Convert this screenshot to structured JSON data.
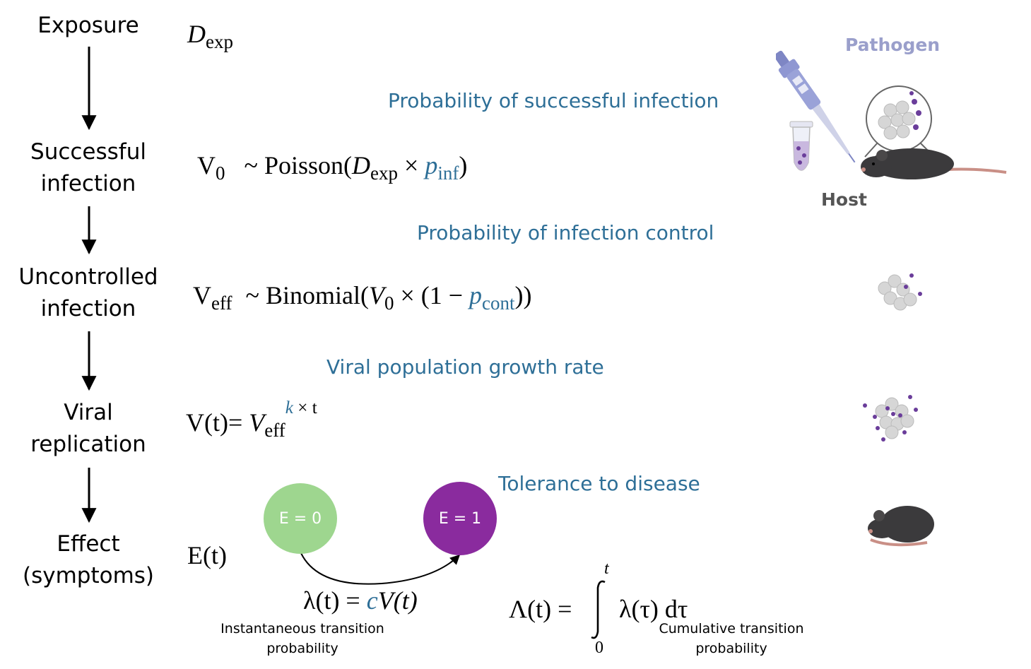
{
  "stages": [
    {
      "label": "Exposure"
    },
    {
      "label": "Successful\ninfection"
    },
    {
      "label": "Uncontrolled\ninfection"
    },
    {
      "label": "Viral\nreplication"
    },
    {
      "label": "Effect\n(symptoms)"
    }
  ],
  "parameters": {
    "p_inf": "Probability of successful infection",
    "p_cont": "Probability of infection control",
    "k": "Viral population growth rate",
    "c": "Tolerance to disease"
  },
  "equations": {
    "exposure": {
      "symbol": "D",
      "sub": "exp"
    },
    "successful": {
      "lhs": "V",
      "lhs_sub": "0",
      "dist": "~ Poisson(",
      "D": "D",
      "D_sub": "exp",
      "times": " × ",
      "p": "p",
      "p_sub": "inf",
      "close": ")"
    },
    "uncontrolled": {
      "lhs": "V",
      "lhs_sub": "eff",
      "dist": "~ Binomial(",
      "V": "V",
      "V_sub": "0",
      "middle": " × (1  − ",
      "p": "p",
      "p_sub": "cont",
      "close": "))"
    },
    "replication": {
      "lhs": "V(t)",
      "eq": "= ",
      "V": "V",
      "V_sub": "eff",
      "k": "k",
      "exp_rest": " × t"
    },
    "effect": {
      "lhs": "E(t)"
    }
  },
  "states": {
    "e0": "E = 0",
    "e1": "E = 1",
    "e0_color": "#9ed68f",
    "e1_color": "#8a2b9e"
  },
  "hazard": {
    "lhs": "λ(t) = ",
    "c": "c",
    "rhs": "V(t)",
    "caption": "Instantaneous transition\nprobability"
  },
  "cumulative": {
    "lhs": "Λ(t) = ",
    "integrand": "λ(τ) dτ",
    "upper": "t",
    "lower": "0",
    "caption": "Cumulative transition\nprobability"
  },
  "illustration": {
    "pathogen_label": "Pathogen",
    "host_label": "Host"
  },
  "colors": {
    "accent": "#2e6f97",
    "pathogen": "#9a9fcb",
    "host_label": "#555555",
    "virus": "#6a3d9a",
    "cell": "#d6d6d6",
    "mouse": "#3b3a3c"
  }
}
